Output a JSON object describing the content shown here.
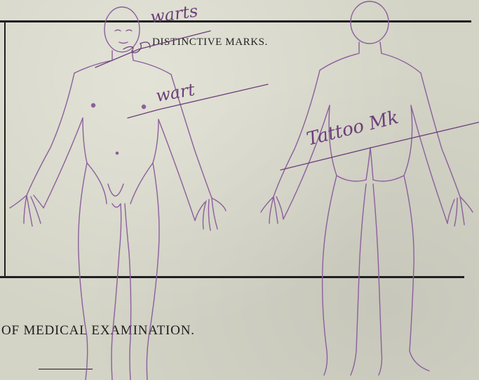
{
  "form": {
    "section_title": "DISTINCTIVE MARKS.",
    "footer_title": "OF MEDICAL EXAMINATION."
  },
  "annotations": {
    "head": "warts",
    "chest": "wart",
    "back": "Tattoo Mk"
  },
  "colors": {
    "paper": "#d3d3c6",
    "ink_print": "#1f1f1f",
    "ink_hand": "#6c3f7a",
    "outline": "#8c5f9c"
  }
}
